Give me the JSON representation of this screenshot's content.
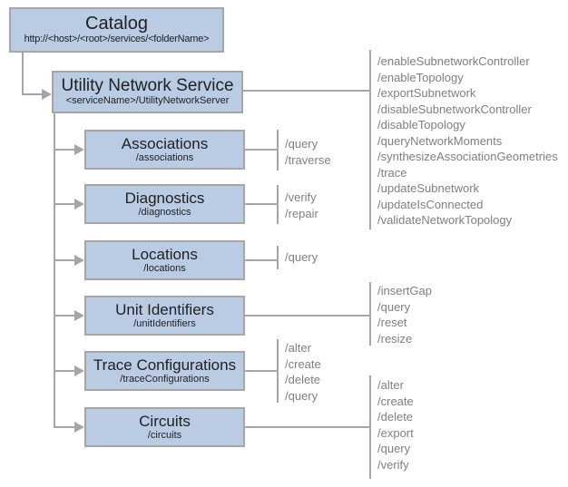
{
  "colors": {
    "box_fill": "#b9cce4",
    "box_border": "#a6a6a6",
    "connector_line": "#a6a6a6",
    "operation_text": "#7f7f7f",
    "title_text": "#212121",
    "background": "#ffffff"
  },
  "catalog": {
    "title": "Catalog",
    "subtitle": "http://<host>/<root>/services/<folderName>"
  },
  "service": {
    "title": "Utility Network Service",
    "subtitle": "<serviceName>/UtilityNetworkServer",
    "operations": [
      "/enableSubnetworkController",
      "/enableTopology",
      "/exportSubnetwork",
      "/disableSubnetworkController",
      "/disableTopology",
      "/queryNetworkMoments",
      "/synthesizeAssociationGeometries",
      "/trace",
      "/updateSubnetwork",
      "/updateIsConnected",
      "/validateNetworkTopology"
    ]
  },
  "resources": [
    {
      "title": "Associations",
      "subtitle": "/associations",
      "operations": [
        "/query",
        "/traverse"
      ]
    },
    {
      "title": "Diagnostics",
      "subtitle": "/diagnostics",
      "operations": [
        "/verify",
        "/repair"
      ]
    },
    {
      "title": "Locations",
      "subtitle": "/locations",
      "operations": [
        "/query"
      ]
    },
    {
      "title": "Unit Identifiers",
      "subtitle": "/unitIdentifiers",
      "operations": [
        "/insertGap",
        "/query",
        "/reset",
        "/resize"
      ]
    },
    {
      "title": "Trace Configurations",
      "subtitle": "/traceConfigurations",
      "operations": [
        "/alter",
        "/create",
        "/delete",
        "/query"
      ]
    },
    {
      "title": "Circuits",
      "subtitle": "/circuits",
      "operations": [
        "/alter",
        "/create",
        "/delete",
        "/export",
        "/query",
        "/verify"
      ]
    }
  ]
}
